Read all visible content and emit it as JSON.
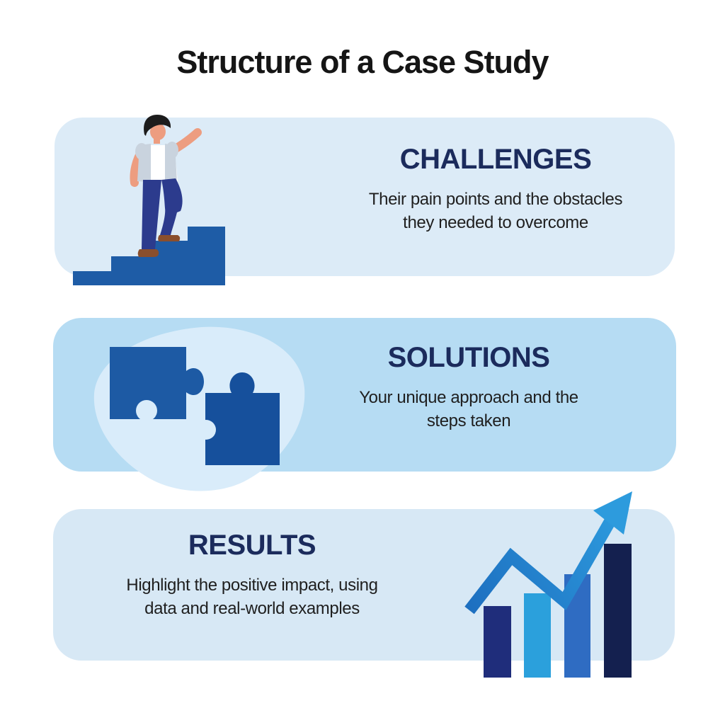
{
  "title": "Structure of a Case Study",
  "sections": [
    {
      "heading": "CHALLENGES",
      "description_lines": [
        "Their pain points and the obstacles",
        "they needed to overcome"
      ],
      "illustration": "man-climbing-stairs",
      "card_color": "#dcebf7"
    },
    {
      "heading": "SOLUTIONS",
      "description_lines": [
        "Your unique approach and the",
        "steps taken"
      ],
      "illustration": "puzzle-pieces",
      "card_color": "#b6dcf3"
    },
    {
      "heading": "RESULTS",
      "description_lines": [
        "Highlight the positive impact, using",
        "data and real-world examples"
      ],
      "illustration": "growth-bar-chart",
      "card_color": "#d7e8f5"
    }
  ],
  "colors": {
    "page_background": "#ffffff",
    "title_text": "#151515",
    "heading_text": "#1b2b5c",
    "body_text": "#1f1f1f",
    "stairs_blue": "#1e5ca6",
    "person_skin": "#ed9d80",
    "person_hair": "#1c1c1c",
    "person_vest": "#c9d3de",
    "person_shirt": "#ffffff",
    "person_pants": "#2c3b8d",
    "person_shoes": "#8a4f2d",
    "blob_light_blue": "#d9ecfa",
    "puzzle_blue_left": "#1d5aa4",
    "puzzle_blue_right": "#16509c",
    "bar_navy": "#1f2d7b",
    "bar_sky": "#2ba0dc",
    "bar_medium": "#2f6cc2",
    "bar_dark_navy": "#14204f",
    "arrow_blue_start": "#1d6fc0",
    "arrow_blue_end": "#2e9ddf",
    "arrow_head": "#2d9bdd"
  }
}
